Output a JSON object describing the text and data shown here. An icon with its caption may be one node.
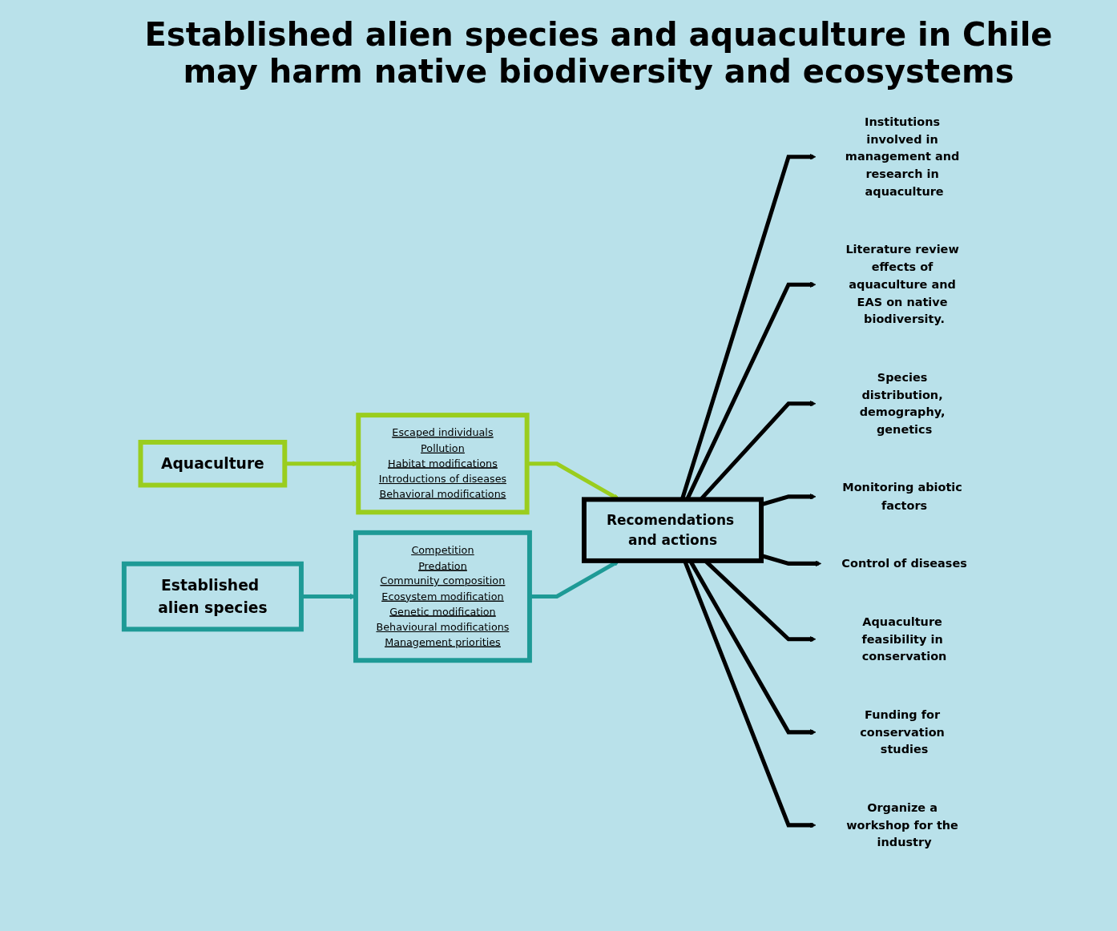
{
  "diagram": {
    "title": "Established alien species and aquaculture in Chile may harm native biodiversity and ecosystems",
    "nodes": [
      {
        "text": [
          "Aquaculture"
        ]
      },
      {
        "text": [
          "Escaped individuals",
          "Pollution",
          "Habitat modifications",
          "Introductions of diseases",
          "Behavioral modifications"
        ]
      },
      {
        "text": [
          "Recomendations and actions"
        ]
      },
      {
        "text": [
          "Established alien species"
        ]
      },
      {
        "text": [
          "Competition",
          "Predation",
          "Community composition",
          "Ecosystem modification",
          "Genetic modification",
          "Behavioural modifications",
          "Management priorities"
        ]
      },
      {
        "text": [
          "Institutions involved in management and research in aquaculture"
        ]
      },
      {
        "text": [
          "Literature review effects of aquaculture and EAS on native biodiversity."
        ]
      },
      {
        "text": [
          "Species distribution, demography, genetics"
        ]
      },
      {
        "text": [
          "Monitoring abiotic factors"
        ]
      },
      {
        "text": [
          "Control of diseases"
        ]
      },
      {
        "text": [
          "Aquaculture feasibility in conservation"
        ]
      },
      {
        "text": [
          "Funding for conservation studies"
        ]
      },
      {
        "text": [
          "Organize a workshop for the industry"
        ]
      }
    ],
    "edges": [
      {
        "from": 0,
        "to": 1,
        "arrow": "to",
        "color": "#9acd1e"
      },
      {
        "from": 1,
        "to": 2,
        "arrow": "to",
        "color": "#9acd1e"
      },
      {
        "from": 3,
        "to": 4,
        "arrow": "to",
        "color": "#1e9a96"
      },
      {
        "from": 4,
        "to": 2,
        "arrow": "to",
        "color": "#1e9a96"
      },
      {
        "from": 2,
        "to": 5,
        "arrow": "to"
      },
      {
        "from": 2,
        "to": 6,
        "arrow": "to"
      },
      {
        "from": 2,
        "to": 7,
        "arrow": "to"
      },
      {
        "from": 2,
        "to": 8,
        "arrow": "to"
      },
      {
        "from": 2,
        "to": 9,
        "arrow": "to"
      },
      {
        "from": 2,
        "to": 10,
        "arrow": "to"
      },
      {
        "from": 2,
        "to": 11,
        "arrow": "to"
      },
      {
        "from": 2,
        "to": 12,
        "arrow": "to"
      }
    ]
  }
}
